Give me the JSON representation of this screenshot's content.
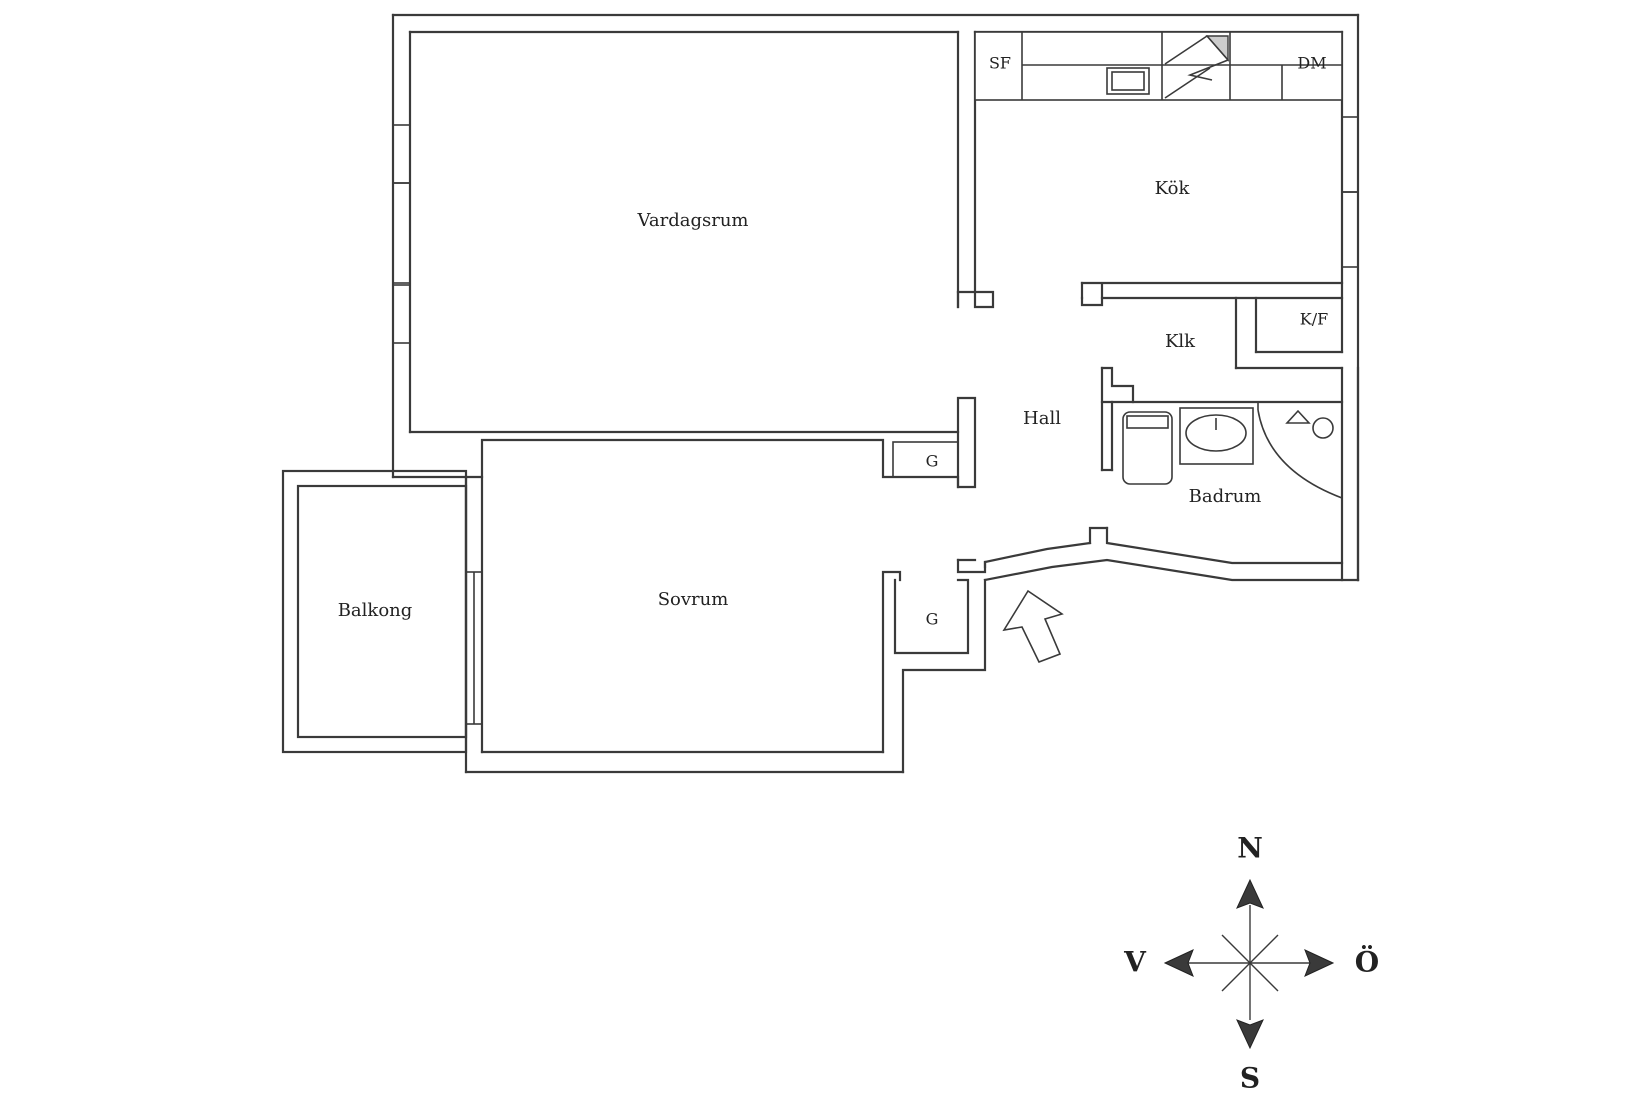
{
  "rooms": {
    "vardagsrum": "Vardagsrum",
    "kok": "Kök",
    "klk": "Klk",
    "hall": "Hall",
    "badrum": "Badrum",
    "sovrum": "Sovrum",
    "balkong": "Balkong"
  },
  "fixtures": {
    "sf": "SF",
    "dm": "DM",
    "kf": "K/F",
    "garderob_hall": "G",
    "garderob_sovrum": "G"
  },
  "compass": {
    "north": "N",
    "south": "S",
    "west": "V",
    "east": "Ö"
  }
}
